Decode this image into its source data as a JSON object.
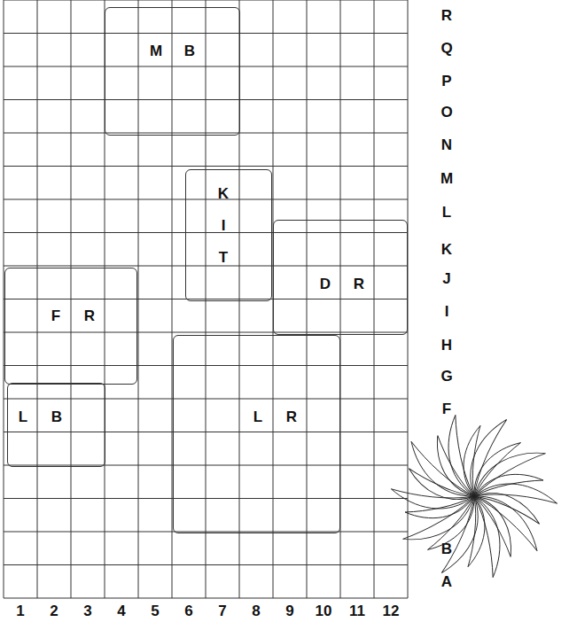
{
  "diagram": {
    "nodes": [
      {
        "text": [
          "M B"
        ]
      },
      {
        "text": [
          "K I T"
        ]
      },
      {
        "text": [
          "D R"
        ]
      },
      {
        "text": [
          "F R"
        ]
      },
      {
        "text": [
          "L B"
        ]
      },
      {
        "text": [
          "L R"
        ]
      }
    ],
    "labels": [
      "R",
      "Q",
      "P",
      "O",
      "N",
      "M",
      "L",
      "K",
      "J",
      "I",
      "H",
      "G",
      "F",
      "B",
      "A",
      "1",
      "2",
      "3",
      "4",
      "5",
      "6",
      "7",
      "8",
      "9",
      "10",
      "11",
      "12"
    ]
  }
}
